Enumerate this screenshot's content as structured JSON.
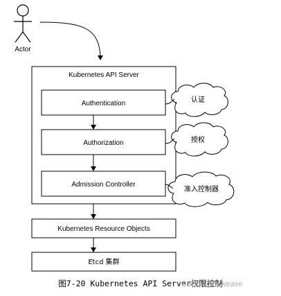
{
  "actor": {
    "label": "Actor"
  },
  "api_server": {
    "title": "Kubernetes API Server"
  },
  "stages": [
    {
      "label": "Authentication",
      "note": "认证"
    },
    {
      "label": "Authorization",
      "note": "授权"
    },
    {
      "label": "Admission Controller",
      "note": "准入控制器"
    }
  ],
  "storage": {
    "resource_objects": "Kubernetes Resource Objects",
    "etcd": "Etcd 集群"
  },
  "caption": "图7-20 Kubernetes API Server权限控制",
  "watermark": "CSDN @cnweave"
}
